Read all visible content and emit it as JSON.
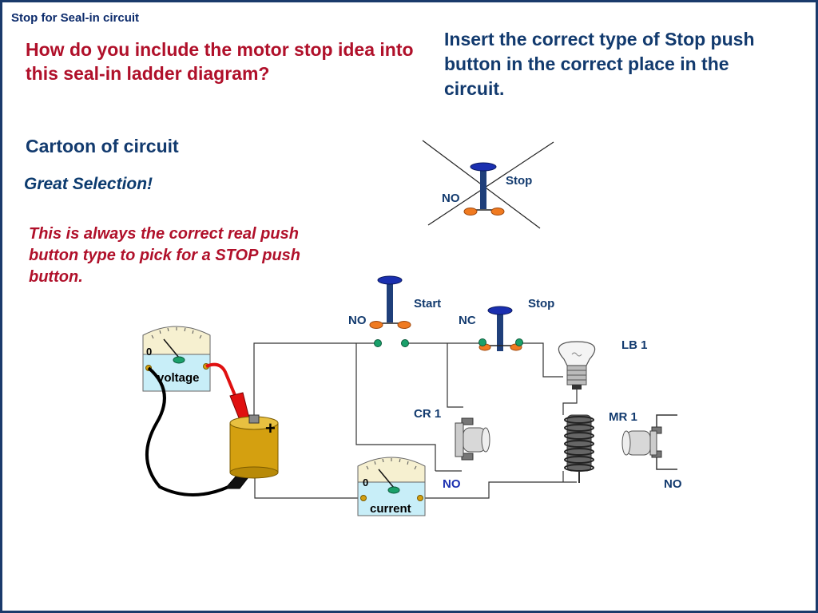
{
  "header": {
    "title": "Stop for Seal-in circuit"
  },
  "question": "How do you include the motor stop idea into this seal-in ladder diagram?",
  "instruction": "Insert the correct type of Stop push button in the correct place in the circuit.",
  "cartoon_heading": "Cartoon of circuit",
  "feedback": "Great Selection!",
  "explanation": "This is always the correct real push button type to pick for a STOP push button.",
  "choice": {
    "stop_label": "Stop",
    "type_label": "NO"
  },
  "circuit": {
    "start_label": "Start",
    "start_type": "NO",
    "stop_label": "Stop",
    "stop_type": "NC",
    "lamp_label": "LB 1",
    "cr_label": "CR 1",
    "cr_contact_type": "NO",
    "mr_label": "MR 1",
    "mr_contact_type": "NO",
    "voltmeter_label": "voltage",
    "voltmeter_zero": "0",
    "ammeter_label": "current",
    "ammeter_zero": "0",
    "battery_sign": "+"
  },
  "colors": {
    "frame": "#1a3a6b",
    "title_red": "#b0102a",
    "title_blue": "#123a6e",
    "button_blue": "#1f3f7a",
    "contact_orange": "#f07a20",
    "contact_green": "#1aa06a",
    "battery_gold": "#d4a010"
  }
}
